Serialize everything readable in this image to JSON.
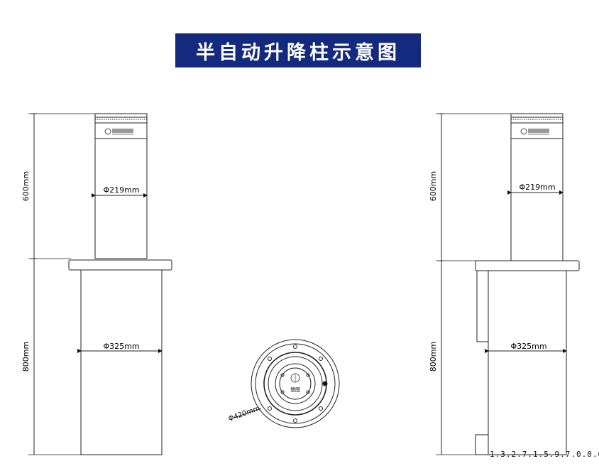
{
  "title": "半自动升降柱示意图",
  "dimensions": {
    "upper_height": "600mm",
    "lower_height": "800mm",
    "upper_diameter": "Φ219mm",
    "lower_diameter": "Φ325mm",
    "flange_diameter": "Φ420mm"
  },
  "logo_text": "慧图",
  "footer_code": "1.3.2.7.1.5.9.7.0.0.0"
}
